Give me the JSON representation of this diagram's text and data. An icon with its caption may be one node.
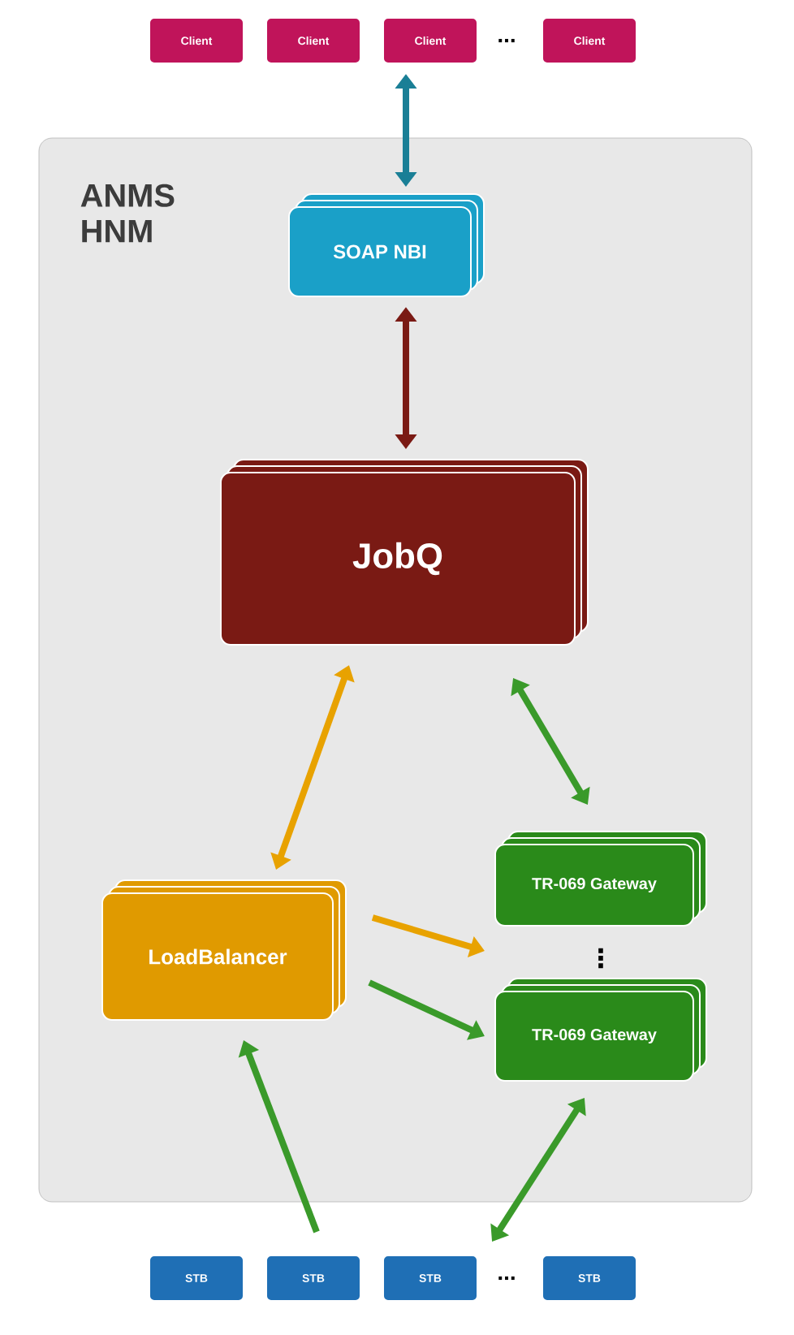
{
  "diagram": {
    "nodes": [
      {
        "text": [
          "Client"
        ]
      },
      {
        "text": [
          "Client"
        ]
      },
      {
        "text": [
          "Client"
        ]
      },
      {
        "text": [
          "Client"
        ]
      },
      {
        "text": [
          "ANMS HNM"
        ]
      },
      {
        "text": [
          "SOAP NBI"
        ],
        "in": 4
      },
      {
        "text": [
          "JobQ"
        ],
        "in": 4
      },
      {
        "text": [
          "LoadBalancer"
        ],
        "in": 4
      },
      {
        "text": [
          "TR-069 Gateway"
        ],
        "in": 4
      },
      {
        "text": [
          "TR-069 Gateway"
        ],
        "in": 4
      },
      {
        "text": [
          "STB"
        ]
      },
      {
        "text": [
          "STB"
        ]
      },
      {
        "text": [
          "STB"
        ]
      },
      {
        "text": [
          "STB"
        ]
      }
    ],
    "edges": [
      {
        "from": 2,
        "to": 5,
        "arrow": "both",
        "color": "#1a7f96"
      },
      {
        "from": 5,
        "to": 6,
        "arrow": "both",
        "color": "#7a1a14"
      },
      {
        "from": 6,
        "to": 7,
        "arrow": "both",
        "color": "#e8a200"
      },
      {
        "from": 6,
        "to": 8,
        "arrow": "both"
      },
      {
        "from": 7,
        "to": 8,
        "arrow": "to",
        "color": "#e8a200"
      },
      {
        "from": 7,
        "to": 9,
        "arrow": "to"
      },
      {
        "from": 11,
        "to": 7,
        "arrow": "to"
      },
      {
        "from": 9,
        "to": 12,
        "arrow": "both"
      }
    ],
    "labels": [
      "...",
      "⋮",
      "..."
    ]
  }
}
